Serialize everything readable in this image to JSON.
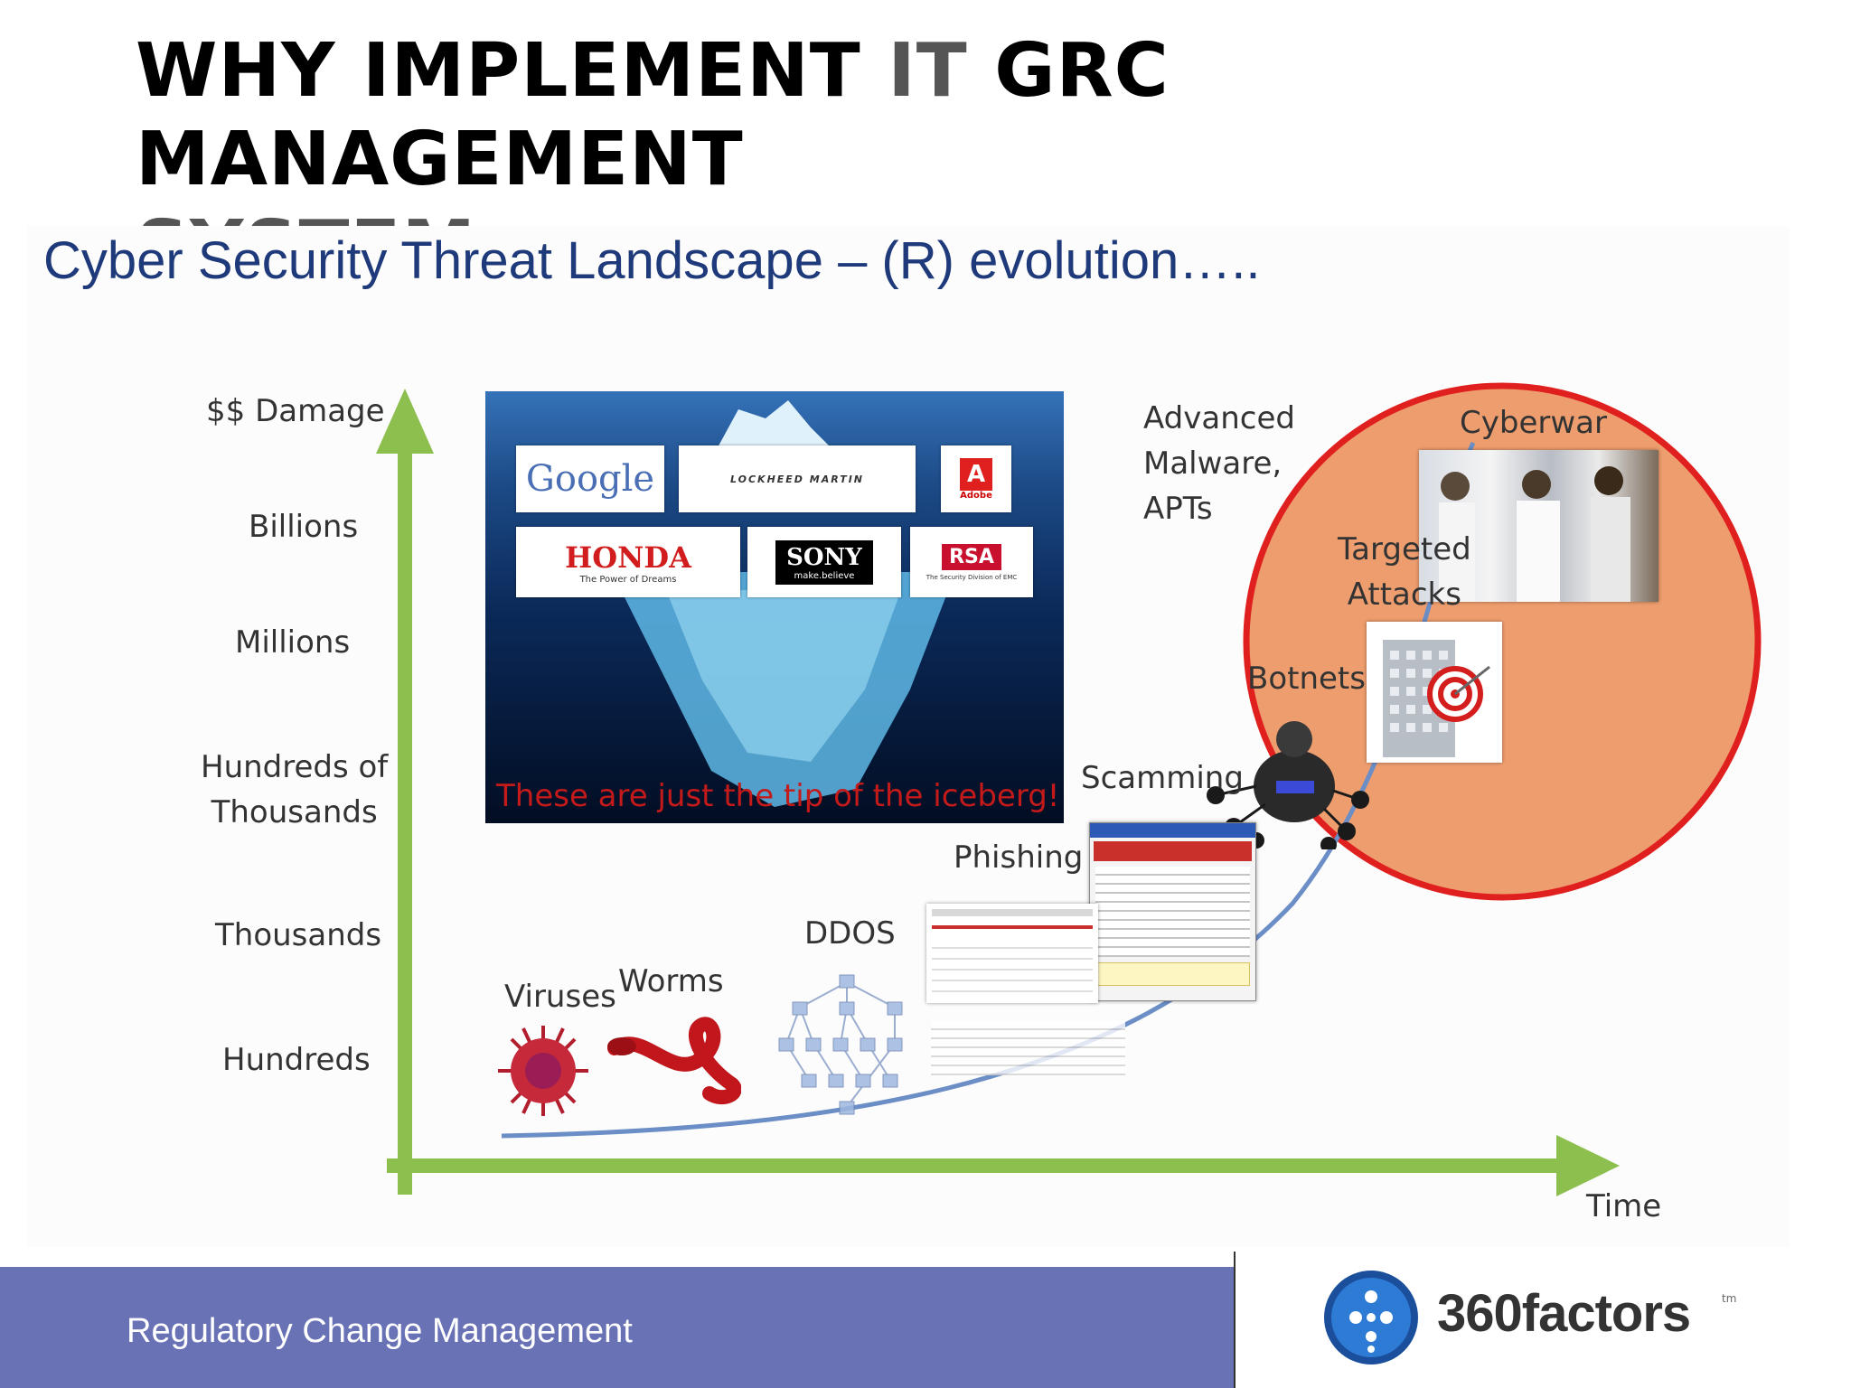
{
  "slide": {
    "title_part1": "WHY IMPLEMENT ",
    "title_it": "IT",
    "title_part2": " GRC MANAGEMENT",
    "title_line2": "SYSTEM"
  },
  "diagram": {
    "subtitle": "Cyber Security Threat Landscape – (R) evolution…..",
    "y_axis_title": "$$ Damage",
    "x_axis_title": "Time",
    "y_levels": [
      "Billions",
      "Millions",
      "Hundreds of Thousands",
      "Thousands",
      "Hundreds"
    ],
    "y_level_lines": {
      "billions": "Billions",
      "millions": "Millions",
      "hundreds_of_thousands_l1": "Hundreds of",
      "hundreds_of_thousands_l2": "Thousands",
      "thousands": "Thousands",
      "hundreds": "Hundreds"
    },
    "threats": {
      "viruses": "Viruses",
      "worms": "Worms",
      "ddos": "DDOS",
      "phishing": "Phishing",
      "scamming": "Scamming",
      "botnets": "Botnets",
      "targeted_l1": "Targeted",
      "targeted_l2": "Attacks",
      "cyberwar": "Cyberwar",
      "advanced_l1": "Advanced",
      "advanced_l2": "Malware,",
      "advanced_l3": "APTs"
    },
    "iceberg": {
      "caption": "These are just the tip of the iceberg!",
      "logos": {
        "google": "Google",
        "lockheed": "LOCKHEED MARTIN",
        "adobe": "Adobe",
        "honda": "HONDA",
        "honda_tag": "The Power of Dreams",
        "sony": "SONY",
        "sony_tag": "make.believe",
        "rsa": "RSA",
        "rsa_tag": "The Security Division of EMC"
      }
    },
    "colors": {
      "axis": "#8dbf4f",
      "curve": "#6b8ec7",
      "circle_fill": "#ee9e6e",
      "circle_stroke": "#e0201e"
    }
  },
  "footer": {
    "text": "Regulatory Change Management",
    "brand": "360factors",
    "brand_tm": "tm"
  }
}
